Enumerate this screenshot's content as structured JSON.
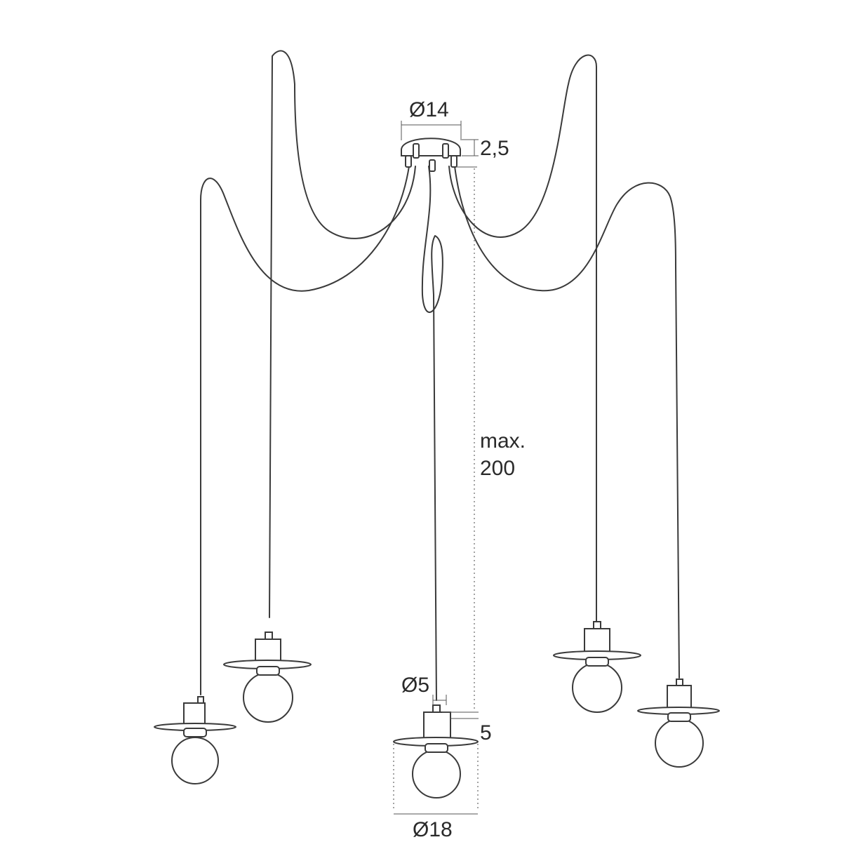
{
  "dimensions": {
    "canopy_diameter": "Ø14",
    "canopy_height": "2,5",
    "max_length_line1": "max.",
    "max_length_line2": "200",
    "holder_diameter": "Ø5",
    "holder_height": "5",
    "shade_diameter": "Ø18"
  },
  "colors": {
    "line": "#3a3a3a",
    "text": "#2a2a2a"
  }
}
